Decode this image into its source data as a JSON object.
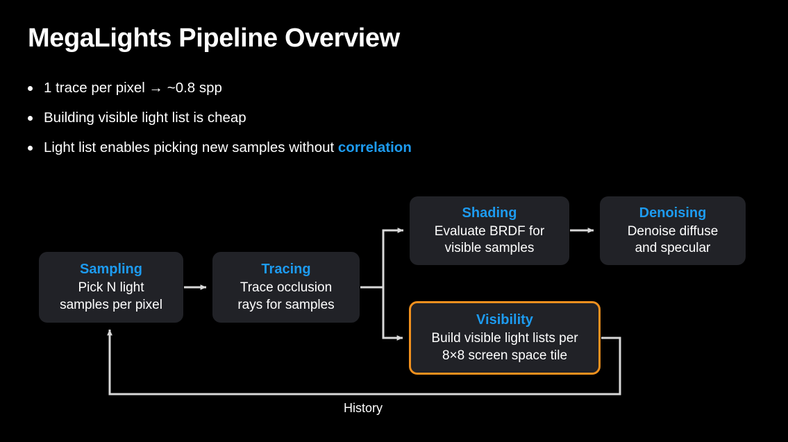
{
  "slide": {
    "title": "MegaLights Pipeline Overview",
    "background_color": "#000000",
    "accent_color": "#1d9bf0",
    "highlight_color": "#f0901e",
    "node_fill_color": "#212227",
    "connector_color": "#d8d8d8"
  },
  "bullets": [
    {
      "text_before": "1 trace per pixel → ~0.8 spp",
      "accent": "",
      "text_after": ""
    },
    {
      "text_before": "Building visible light list is cheap",
      "accent": "",
      "text_after": ""
    },
    {
      "text_before": "Light list enables picking new samples without ",
      "accent": "correlation",
      "text_after": ""
    }
  ],
  "diagram": {
    "nodes": [
      {
        "id": "sampling",
        "title": "Sampling",
        "body": "Pick N light\nsamples per pixel",
        "highlighted": false
      },
      {
        "id": "tracing",
        "title": "Tracing",
        "body": "Trace occlusion\nrays for samples",
        "highlighted": false
      },
      {
        "id": "shading",
        "title": "Shading",
        "body": "Evaluate BRDF for\nvisible samples",
        "highlighted": false
      },
      {
        "id": "denoising",
        "title": "Denoising",
        "body": "Denoise diffuse\nand specular",
        "highlighted": false
      },
      {
        "id": "visibility",
        "title": "Visibility",
        "body": "Build visible light lists per\n8×8 screen space tile",
        "highlighted": true
      }
    ],
    "edges": [
      {
        "from": "sampling",
        "to": "tracing",
        "label": ""
      },
      {
        "from": "tracing",
        "to": "shading",
        "label": ""
      },
      {
        "from": "tracing",
        "to": "visibility",
        "label": ""
      },
      {
        "from": "shading",
        "to": "denoising",
        "label": ""
      },
      {
        "from": "visibility",
        "to": "sampling",
        "label": "History"
      }
    ],
    "feedback_label": "History"
  }
}
